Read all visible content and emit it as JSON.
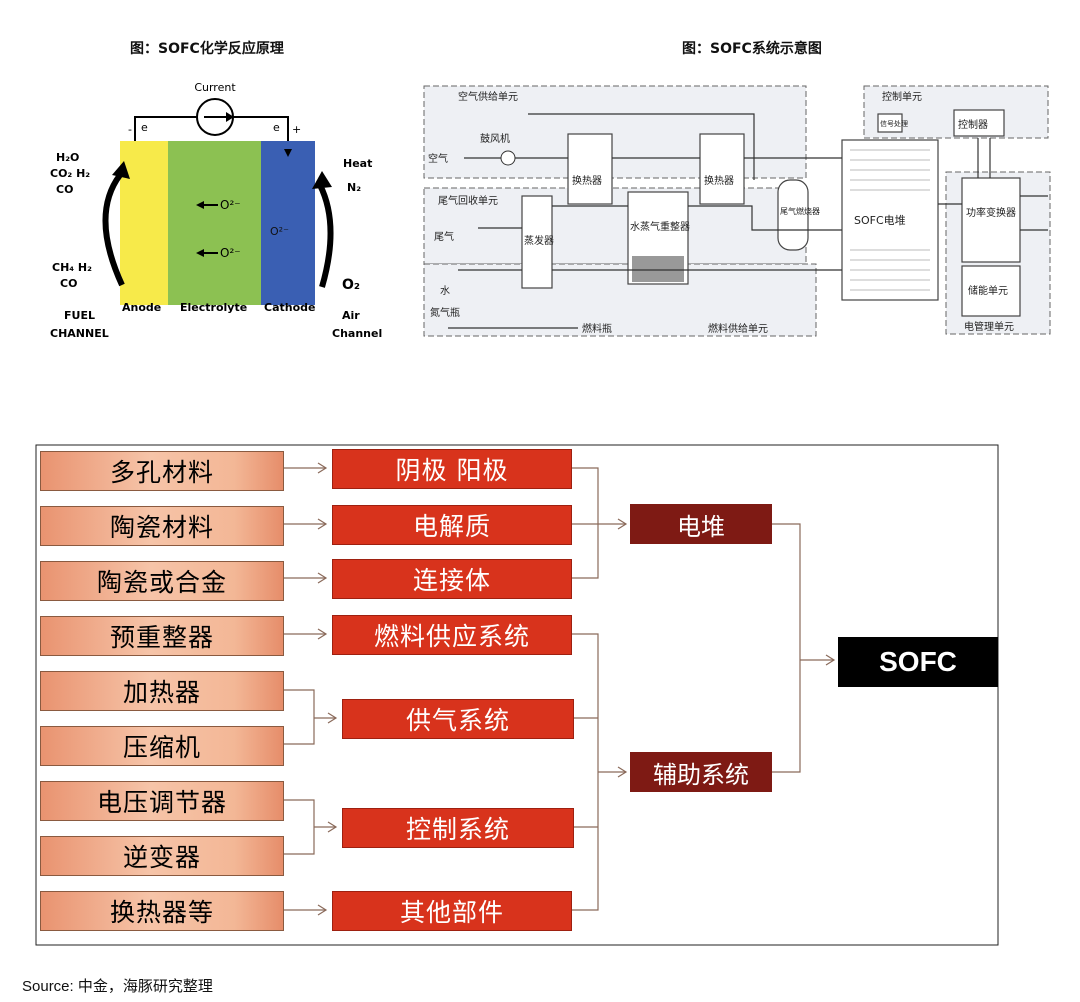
{
  "left_figure": {
    "title": "图：SOFC化学反应原理",
    "current": "Current",
    "minus": "-",
    "plus": "+",
    "electron": "e",
    "fuel_out_1": "H₂O",
    "fuel_out_2": "CO₂  H₂",
    "fuel_out_3": "CO",
    "fuel_in_1": "CH₄ H₂",
    "fuel_in_2": "CO",
    "heat": "Heat",
    "n2": "N₂",
    "o2": "O₂",
    "oxide_ion": "O²⁻",
    "anode": "Anode",
    "electrolyte": "Electrolyte",
    "cathode": "Cathode",
    "fuel_channel_1": "FUEL",
    "fuel_channel_2": "CHANNEL",
    "air_channel_1": "Air",
    "air_channel_2": "Channel",
    "colors": {
      "anode": "#f7ea4a",
      "electrolyte": "#8cc152",
      "cathode": "#3a5fb3"
    }
  },
  "right_figure": {
    "title": "图：SOFC系统示意图",
    "air_supply": "空气供给单元",
    "blower": "鼓风机",
    "air": "空气",
    "hx1": "换热器",
    "hx2": "换热器",
    "exhaust_recovery": "尾气回收单元",
    "exhaust": "尾气",
    "evaporator": "蒸发器",
    "reformer": "水蒸气重整器",
    "burner": "尾气燃烧器",
    "water": "水",
    "nitrogen_bottle": "氮气瓶",
    "fuel_bottle": "燃料瓶",
    "fuel_supply": "燃料供给单元",
    "stack": "SOFC电堆",
    "control_unit": "控制单元",
    "signal": "信号处理",
    "controller": "控制器",
    "converter": "功率变换器",
    "storage": "储能单元",
    "power_mgmt": "电管理单元"
  },
  "bottom_diagram": {
    "materials": [
      "多孔材料",
      "陶瓷材料",
      "陶瓷或合金",
      "预重整器",
      "加热器",
      "压缩机",
      "电压调节器",
      "逆变器",
      "换热器等"
    ],
    "components": [
      "阴极 阳极",
      "电解质",
      "连接体",
      "燃料供应系统",
      "供气系统",
      "控制系统",
      "其他部件"
    ],
    "subsystems": [
      "电堆",
      "辅助系统"
    ],
    "root": "SOFC",
    "colors": {
      "material_box": "#f3b796",
      "component_box": "#d8331c",
      "subsystem_box": "#7e1a14",
      "root_box": "#000000",
      "connector": "#8a6a5a"
    }
  },
  "source": "Source: 中金，海豚研究整理"
}
